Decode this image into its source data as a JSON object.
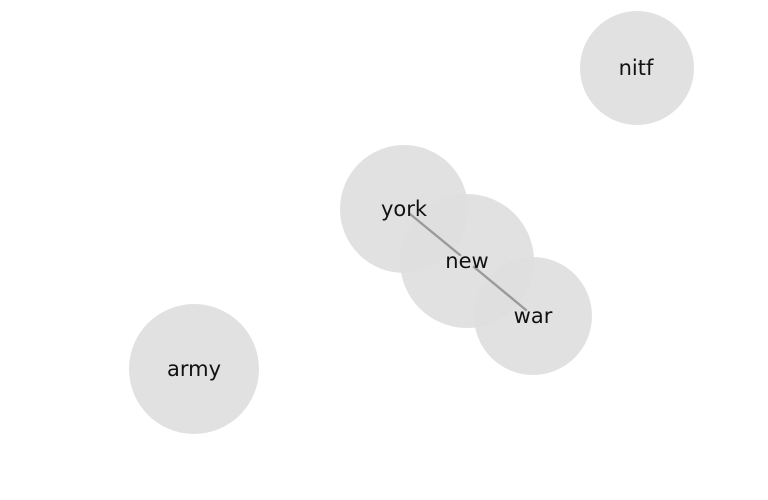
{
  "nodes": [
    {
      "id": "nitf",
      "label": "nitf"
    },
    {
      "id": "york",
      "label": "york"
    },
    {
      "id": "new",
      "label": "new"
    },
    {
      "id": "war",
      "label": "war"
    },
    {
      "id": "army",
      "label": "army"
    }
  ],
  "edges": [
    {
      "from": "york",
      "to": "new"
    },
    {
      "from": "new",
      "to": "war"
    }
  ],
  "colors": {
    "background": "#ffffff",
    "node_fill": "#dedede",
    "edge": "#9a9a9a",
    "label": "#111111"
  }
}
